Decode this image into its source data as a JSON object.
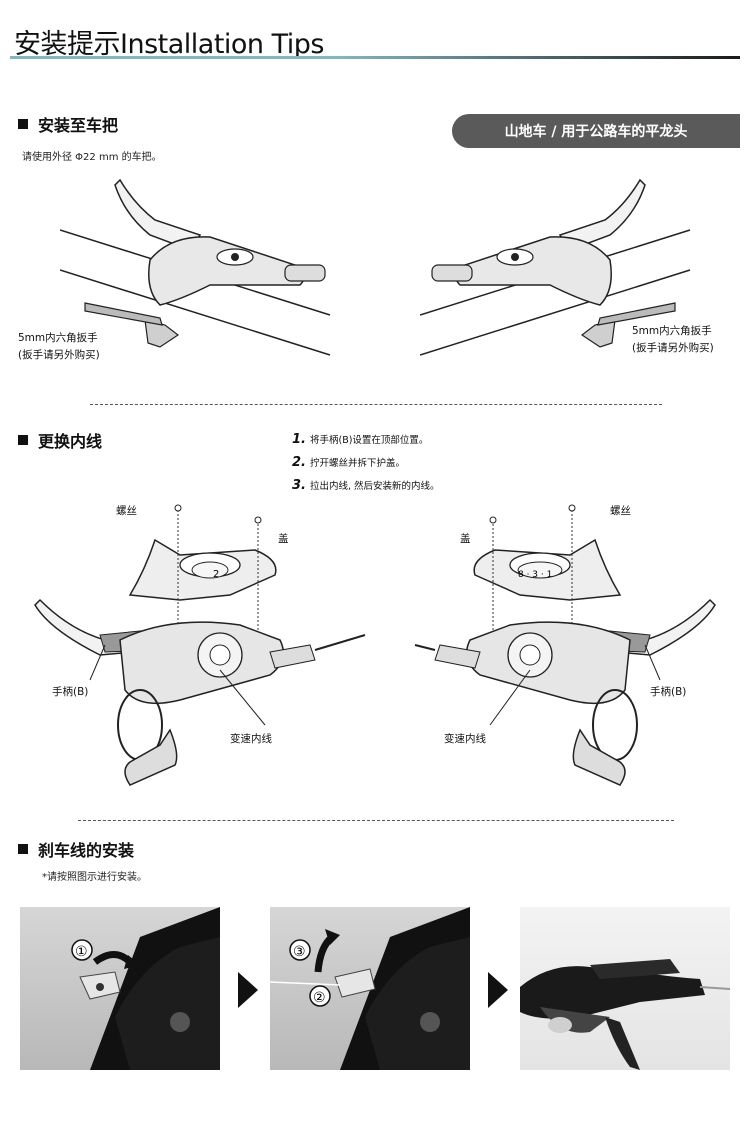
{
  "header": {
    "title": "安装提示Installation Tips"
  },
  "sections": {
    "handlebar": {
      "title": "安装至车把",
      "note": "请使用外径 Φ22 mm 的车把。",
      "badge": "山地车 / 用于公路车的平龙头",
      "left_wrench_line1": "5mm内六角扳手",
      "left_wrench_line2": "(扳手请另外购买)",
      "right_wrench_line1": "5mm内六角扳手",
      "right_wrench_line2": "(扳手请另外购买)"
    },
    "cable": {
      "title": "更换内线",
      "steps": [
        {
          "num": "1.",
          "text": "将手柄(B)设置在顶部位置。"
        },
        {
          "num": "2.",
          "text": "拧开螺丝并拆下护盖。"
        },
        {
          "num": "3.",
          "text": "拉出内线, 然后安装新的内线。"
        }
      ],
      "left_screw": "螺丝",
      "left_cover": "盖",
      "left_handle": "手柄(B)",
      "left_inner_cable": "变速内线",
      "right_screw": "螺丝",
      "right_cover": "盖",
      "right_handle": "手柄(B)",
      "right_inner_cable": "变速内线",
      "dial_left": "2",
      "dial_right": "8 · 3 · 1"
    },
    "brake": {
      "title": "刹车线的安装",
      "note": "*请按照图示进行安装。",
      "photo1_marker": "①",
      "photo2_marker_a": "③",
      "photo2_marker_b": "②"
    }
  },
  "colors": {
    "accent_line": "#7fb7c4",
    "badge_bg": "#5a5a5a",
    "text": "#111111"
  }
}
